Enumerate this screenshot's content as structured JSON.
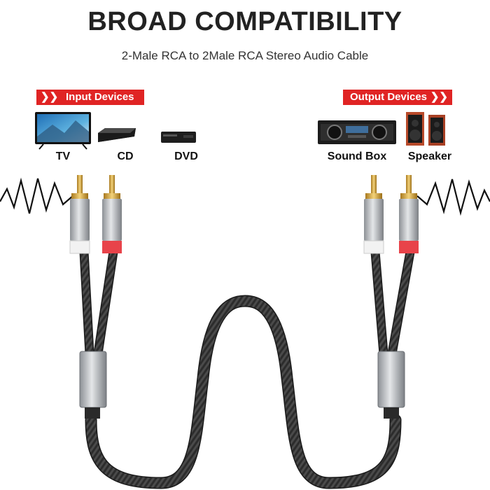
{
  "header": {
    "title": "BROAD COMPATIBILITY",
    "subtitle": "2-Male RCA to 2Male RCA Stereo Audio Cable"
  },
  "input": {
    "badge_label": "Input Devices",
    "devices": [
      {
        "label": "TV",
        "icon": "tv-icon"
      },
      {
        "label": "CD",
        "icon": "cd-player-icon"
      },
      {
        "label": "DVD",
        "icon": "dvd-player-icon"
      }
    ]
  },
  "output": {
    "badge_label": "Output Devices",
    "devices": [
      {
        "label": "Sound Box",
        "icon": "amplifier-icon"
      },
      {
        "label": "Speaker",
        "icon": "speaker-icon"
      }
    ]
  },
  "colors": {
    "badge": "#e02424",
    "plug_red": "#e8434a",
    "plug_white": "#f2f2f2",
    "gold": "#d4a437",
    "cable": "#2a2a2a"
  }
}
